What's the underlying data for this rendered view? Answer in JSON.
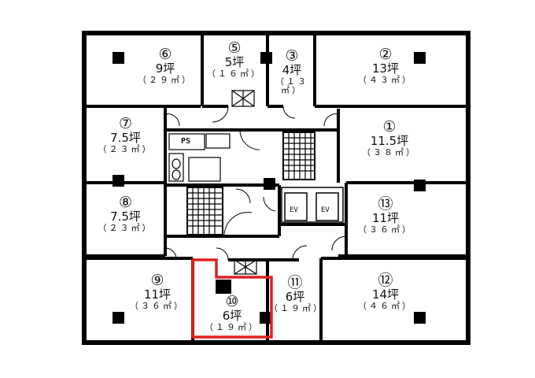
{
  "rooms": [
    {
      "id": "r6",
      "num": "⑥",
      "tsubo": "9坪",
      "area": "（２９㎡）"
    },
    {
      "id": "r5",
      "num": "⑤",
      "tsubo": "5坪",
      "area": "（１６㎡）"
    },
    {
      "id": "r3",
      "num": "③",
      "tsubo": "4坪",
      "area": "（１３㎡）"
    },
    {
      "id": "r2",
      "num": "②",
      "tsubo": "13坪",
      "area": "（４３㎡）"
    },
    {
      "id": "r7",
      "num": "⑦",
      "tsubo": "7.5坪",
      "area": "（２３㎡）"
    },
    {
      "id": "r1",
      "num": "①",
      "tsubo": "11.5坪",
      "area": "（３８㎡）"
    },
    {
      "id": "r8",
      "num": "⑧",
      "tsubo": "7.5坪",
      "area": "（２３㎡）"
    },
    {
      "id": "r13",
      "num": "⑬",
      "tsubo": "11坪",
      "area": "（３６㎡）"
    },
    {
      "id": "r9",
      "num": "⑨",
      "tsubo": "11坪",
      "area": "（３６㎡）"
    },
    {
      "id": "r10",
      "num": "⑩",
      "tsubo": "6坪",
      "area": "（１９㎡）"
    },
    {
      "id": "r11",
      "num": "⑪",
      "tsubo": "6坪",
      "area": "（１９㎡）"
    },
    {
      "id": "r12",
      "num": "⑫",
      "tsubo": "14坪",
      "area": "（４６㎡）"
    }
  ],
  "labels": {
    "ps": "PS",
    "ev1": "EV",
    "ev2": "EV"
  },
  "highlight": {
    "room": "⑩",
    "color": "#e02020"
  }
}
